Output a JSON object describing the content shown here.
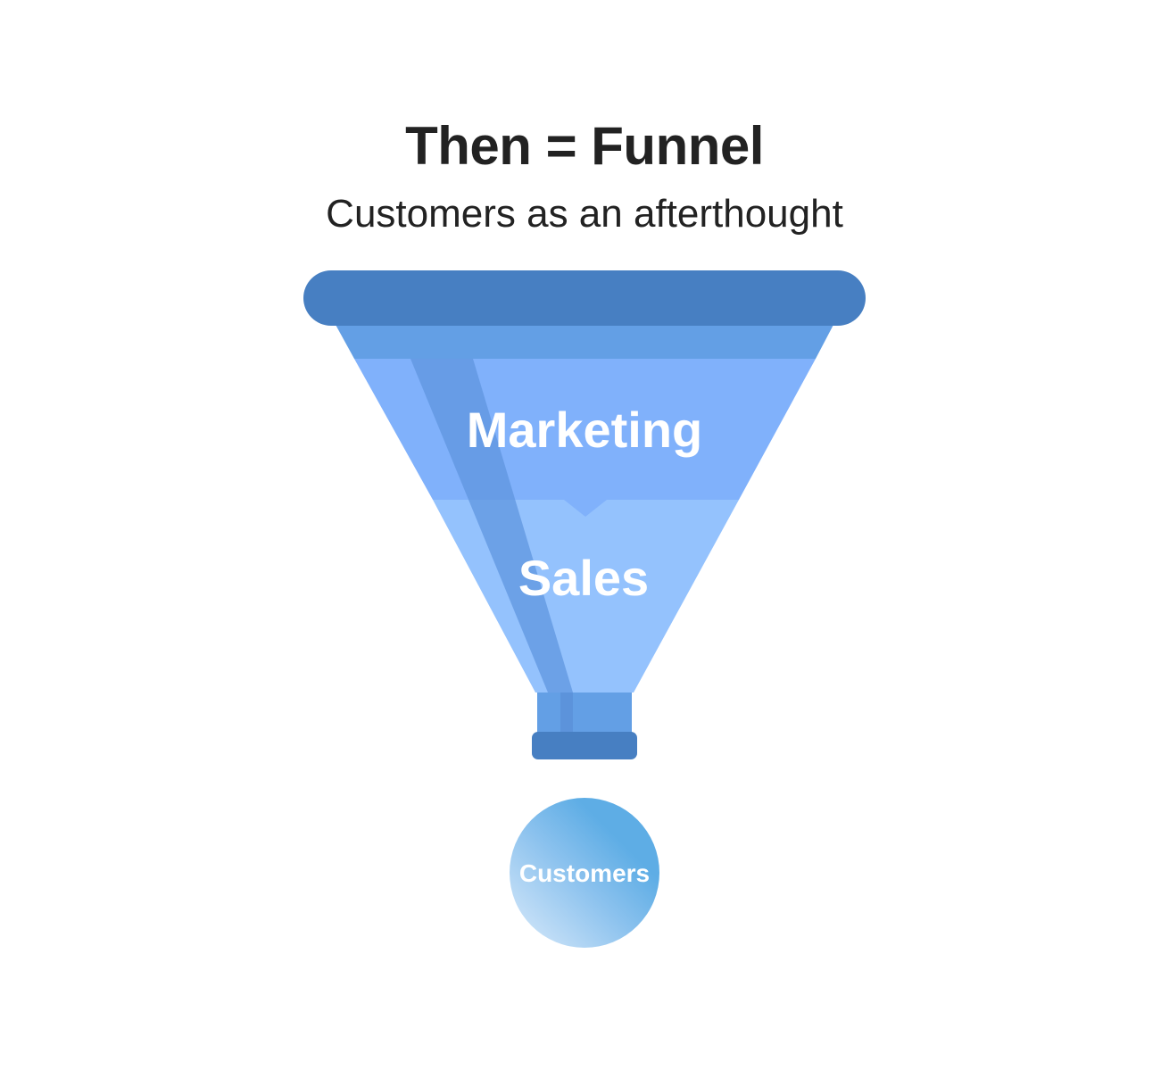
{
  "header": {
    "title": "Then = Funnel",
    "subtitle": "Customers as an afterthought"
  },
  "funnel": {
    "stages": [
      {
        "label": "Marketing",
        "color": "#80b1fb"
      },
      {
        "label": "Sales",
        "color": "#94c2fd"
      }
    ],
    "rim_color": "#477fc2",
    "upper_band_color": "#639fe5",
    "shadow_color": "#5f96df",
    "spout_color": "#639fe5"
  },
  "output": {
    "label": "Customers",
    "gradient_start": "#c6e0f7",
    "gradient_end": "#5eade5"
  }
}
